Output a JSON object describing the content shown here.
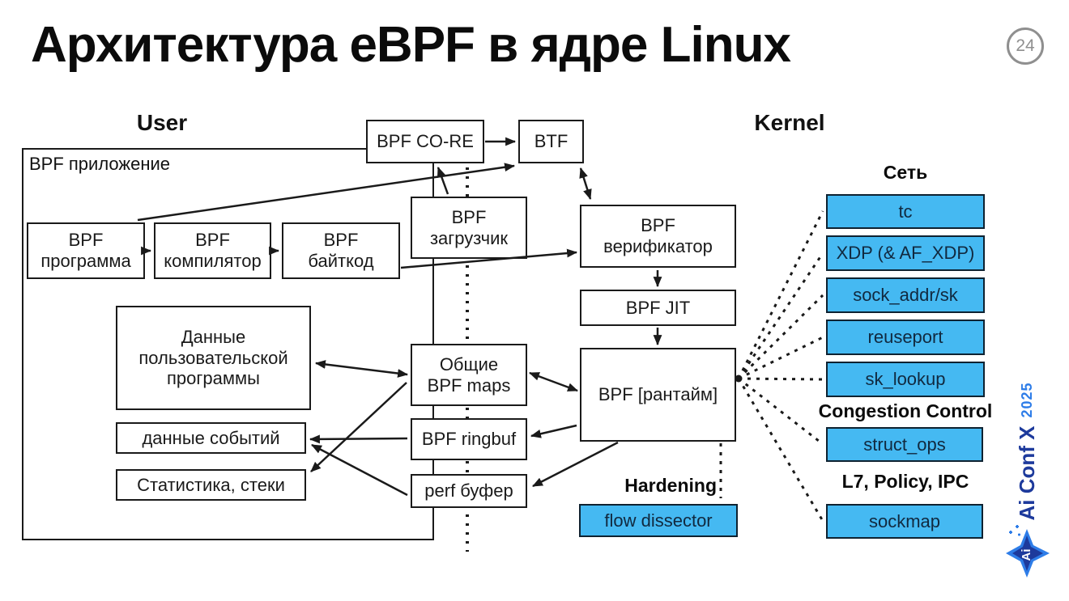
{
  "slide": {
    "title": "Архитектура eBPF в ядре Linux",
    "page_number": "24"
  },
  "zones": {
    "user": "User",
    "kernel": "Kernel"
  },
  "app_container_label": "BPF приложение",
  "boxes": {
    "bpf_core": "BPF CO-RE",
    "btf": "BTF",
    "program": "BPF\nпрограмма",
    "compiler": "BPF\nкомпилятор",
    "bytecode": "BPF\nбайткод",
    "loader": "BPF\nзагрузчик",
    "verifier": "BPF\nверификатор",
    "jit": "BPF JIT",
    "runtime": "BPF [рантайм]",
    "user_data": "Данные\nпользовательской\nпрограммы",
    "event_data": "данные событий",
    "stats": "Статистика, стеки",
    "shared_maps": "Общие\nBPF maps",
    "ringbuf": "BPF ringbuf",
    "perf_buffer": "perf буфер",
    "flow_dissector": "flow dissector"
  },
  "kernel_column": {
    "group1_label": "Сеть",
    "group1_items": [
      "tc",
      "XDP (& AF_XDP)",
      "sock_addr/sk",
      "reuseport",
      "sk_lookup"
    ],
    "group2_label": "Congestion Control",
    "group2_items": [
      "struct_ops"
    ],
    "group3_label": "L7, Policy, IPC",
    "group3_items": [
      "sockmap"
    ]
  },
  "hardening_label": "Hardening",
  "logo": {
    "name": "Ai Conf X",
    "year": "2025"
  },
  "colors": {
    "hook_box_blue": "#45b9f2",
    "hook_box_text": "#11293f",
    "logo_navy": "#1d3a9c",
    "logo_blue": "#2e7de8",
    "page_number_gray": "#8f8f8f",
    "line_black": "#1a1a1a"
  }
}
